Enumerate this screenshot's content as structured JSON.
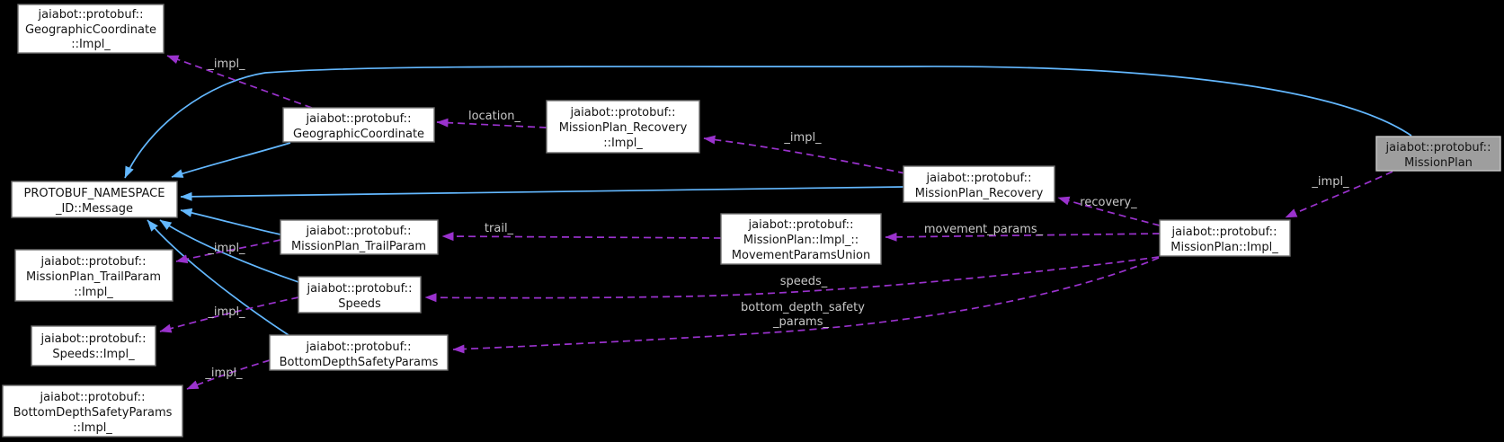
{
  "diagram": {
    "kind": "collaboration-graph",
    "background": "#000000",
    "colors": {
      "node_fill": "#ffffff",
      "node_border": "#6e6e6e",
      "node_text": "#141414",
      "highlighted_node_fill": "#9e9e9e",
      "inheritance_edge": "#63b8ff",
      "usage_edge": "#9a32cd",
      "edge_label_text": "#c8c8c8"
    },
    "nodes": [
      {
        "id": "gc-impl",
        "lines": [
          "jaiabot::protobuf::",
          "GeographicCoordinate",
          "::Impl_"
        ],
        "highlighted": false
      },
      {
        "id": "message",
        "lines": [
          "PROTOBUF_NAMESPACE",
          "_ID::Message"
        ],
        "highlighted": false
      },
      {
        "id": "trailparam-impl",
        "lines": [
          "jaiabot::protobuf::",
          "MissionPlan_TrailParam",
          "::Impl_"
        ],
        "highlighted": false
      },
      {
        "id": "speeds-impl",
        "lines": [
          "jaiabot::protobuf::",
          "Speeds::Impl_"
        ],
        "highlighted": false
      },
      {
        "id": "bdsp-impl",
        "lines": [
          "jaiabot::protobuf::",
          "BottomDepthSafetyParams",
          "::Impl_"
        ],
        "highlighted": false
      },
      {
        "id": "gc",
        "lines": [
          "jaiabot::protobuf::",
          "GeographicCoordinate"
        ],
        "highlighted": false
      },
      {
        "id": "trailparam",
        "lines": [
          "jaiabot::protobuf::",
          "MissionPlan_TrailParam"
        ],
        "highlighted": false
      },
      {
        "id": "speeds",
        "lines": [
          "jaiabot::protobuf::",
          "Speeds"
        ],
        "highlighted": false
      },
      {
        "id": "bdsp",
        "lines": [
          "jaiabot::protobuf::",
          "BottomDepthSafetyParams"
        ],
        "highlighted": false
      },
      {
        "id": "recovery-impl",
        "lines": [
          "jaiabot::protobuf::",
          "MissionPlan_Recovery",
          "::Impl_"
        ],
        "highlighted": false
      },
      {
        "id": "recovery",
        "lines": [
          "jaiabot::protobuf::",
          "MissionPlan_Recovery"
        ],
        "highlighted": false
      },
      {
        "id": "union",
        "lines": [
          "jaiabot::protobuf::",
          "MissionPlan::Impl_::",
          "MovementParamsUnion"
        ],
        "highlighted": false
      },
      {
        "id": "missionplan-impl",
        "lines": [
          "jaiabot::protobuf::",
          "MissionPlan::Impl_"
        ],
        "highlighted": false
      },
      {
        "id": "missionplan",
        "lines": [
          "jaiabot::protobuf::",
          "MissionPlan"
        ],
        "highlighted": true
      }
    ],
    "edges": [
      {
        "from": "gc",
        "to": "gc-impl",
        "type": "usage",
        "label": "_impl_"
      },
      {
        "from": "recovery-impl",
        "to": "gc",
        "type": "usage",
        "label": "location_"
      },
      {
        "from": "recovery",
        "to": "recovery-impl",
        "type": "usage",
        "label": "_impl_"
      },
      {
        "from": "missionplan",
        "to": "missionplan-impl",
        "type": "usage",
        "label": "_impl_"
      },
      {
        "from": "missionplan-impl",
        "to": "recovery",
        "type": "usage",
        "label": "recovery_"
      },
      {
        "from": "missionplan-impl",
        "to": "union",
        "type": "usage",
        "label": "movement_params_"
      },
      {
        "from": "union",
        "to": "trailparam",
        "type": "usage",
        "label": "trail_"
      },
      {
        "from": "missionplan-impl",
        "to": "speeds",
        "type": "usage",
        "label": "speeds_"
      },
      {
        "from": "missionplan-impl",
        "to": "bdsp",
        "type": "usage",
        "label_lines": [
          "bottom_depth_safety",
          "_params_"
        ]
      },
      {
        "from": "trailparam",
        "to": "trailparam-impl",
        "type": "usage",
        "label": "_impl_"
      },
      {
        "from": "speeds",
        "to": "speeds-impl",
        "type": "usage",
        "label": "_impl_"
      },
      {
        "from": "bdsp",
        "to": "bdsp-impl",
        "type": "usage",
        "label": "_impl_"
      },
      {
        "from": "gc",
        "to": "message",
        "type": "inheritance",
        "label": ""
      },
      {
        "from": "recovery",
        "to": "message",
        "type": "inheritance",
        "label": ""
      },
      {
        "from": "missionplan",
        "to": "message",
        "type": "inheritance",
        "label": ""
      },
      {
        "from": "trailparam",
        "to": "message",
        "type": "inheritance",
        "label": ""
      },
      {
        "from": "speeds",
        "to": "message",
        "type": "inheritance",
        "label": ""
      },
      {
        "from": "bdsp",
        "to": "message",
        "type": "inheritance",
        "label": ""
      }
    ]
  }
}
